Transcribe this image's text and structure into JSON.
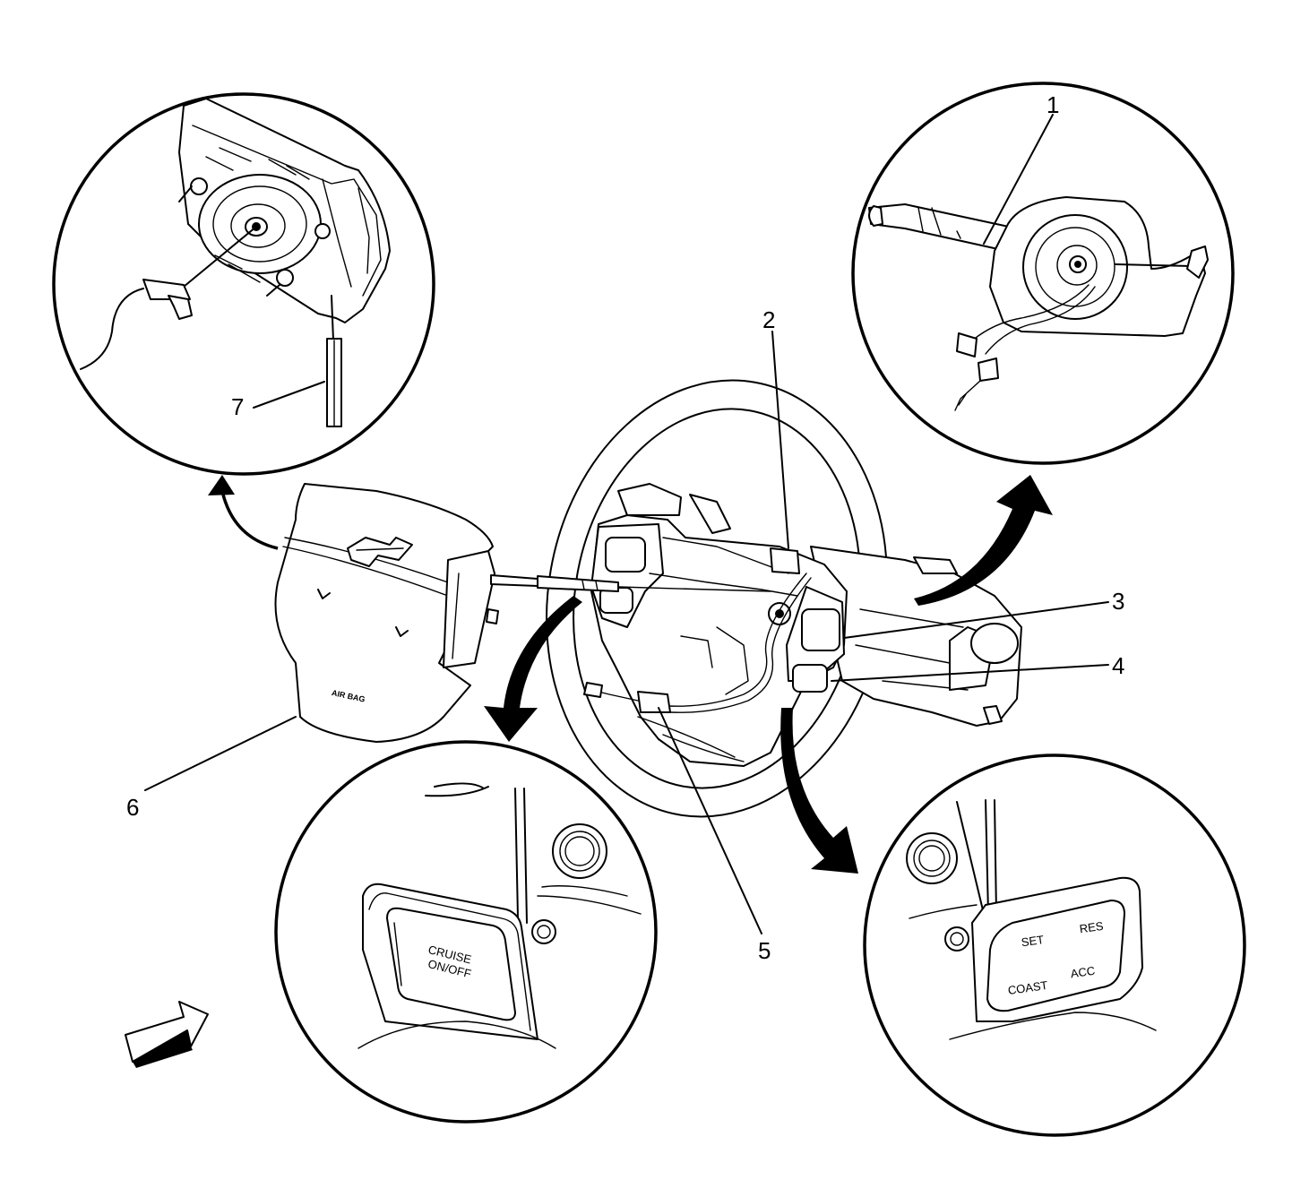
{
  "callouts": [
    {
      "id": "1",
      "label": "1"
    },
    {
      "id": "2",
      "label": "2"
    },
    {
      "id": "3",
      "label": "3"
    },
    {
      "id": "4",
      "label": "4"
    },
    {
      "id": "5",
      "label": "5"
    },
    {
      "id": "6",
      "label": "6"
    },
    {
      "id": "7",
      "label": "7"
    }
  ],
  "cruise_button": {
    "line1": "CRUISE",
    "line2": "ON/OFF"
  },
  "cruise_controls": {
    "set": "SET",
    "res": "RES",
    "coast": "COAST",
    "acc": "ACC"
  },
  "airbag_label": "AIR BAG",
  "icons": [
    "steering-wheel",
    "airbag-module",
    "clock-spring",
    "detail-arrow",
    "view-direction-arrow"
  ],
  "colors": {
    "line": "#000000",
    "background": "#ffffff"
  }
}
